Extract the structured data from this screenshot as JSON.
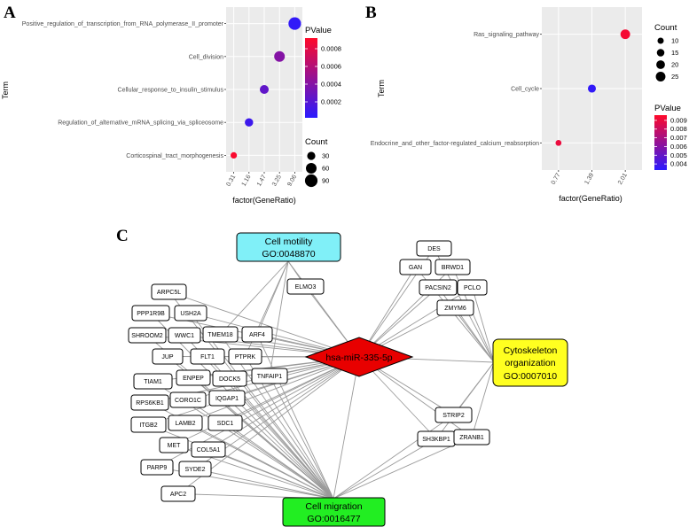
{
  "panels": {
    "a": "A",
    "b": "B",
    "c": "C"
  },
  "chart_data": [
    {
      "type": "scatter",
      "panel": "A",
      "xlabel": "factor(GeneRatio)",
      "ylabel": "Term",
      "x_categories": [
        "0.31",
        "1.16",
        "1.47",
        "3.25",
        "9.06"
      ],
      "terms": [
        "Positive_regulation_of_transcription_from_RNA_polymerase_II_promoter",
        "Cell_division",
        "Cellular_response_to_insulin_stimulus",
        "Regulation_of_alternative_mRNA_splicing_via_spliceosome",
        "Corticospinal_tract_morphogenesis"
      ],
      "points": [
        {
          "term": "Positive_regulation_of_transcription_from_RNA_polymerase_II_promoter",
          "x": "9.06",
          "count": 90,
          "pvalue": 5e-05
        },
        {
          "term": "Cell_division",
          "x": "3.25",
          "count": 60,
          "pvalue": 0.0004
        },
        {
          "term": "Cellular_response_to_insulin_stimulus",
          "x": "1.47",
          "count": 38,
          "pvalue": 0.00025
        },
        {
          "term": "Regulation_of_alternative_mRNA_splicing_via_spliceosome",
          "x": "1.16",
          "count": 32,
          "pvalue": 0.0001
        },
        {
          "term": "Corticospinal_tract_morphogenesis",
          "x": "0.31",
          "count": 15,
          "pvalue": 0.0009
        }
      ],
      "color_legend": {
        "title": "PValue",
        "labels": [
          "0.0008",
          "0.0006",
          "0.0004",
          "0.0002"
        ],
        "low_color": "#2a1aff",
        "high_color": "#ff0a2a"
      },
      "size_legend": {
        "title": "Count",
        "labels": [
          "30",
          "60",
          "90"
        ]
      }
    },
    {
      "type": "scatter",
      "panel": "B",
      "xlabel": "factor(GeneRatio)",
      "ylabel": "Term",
      "x_categories": [
        "0.77",
        "1.39",
        "2.01"
      ],
      "terms": [
        "Ras_signaling_pathway",
        "Cell_cycle",
        "Endocrine_and_other_factor-regulated_calcium_reabsorption"
      ],
      "points": [
        {
          "term": "Ras_signaling_pathway",
          "x": "2.01",
          "count": 25,
          "pvalue": 0.0093
        },
        {
          "term": "Cell_cycle",
          "x": "1.39",
          "count": 17,
          "pvalue": 0.0035
        },
        {
          "term": "Endocrine_and_other_factor-regulated_calcium_reabsorption",
          "x": "0.77",
          "count": 9,
          "pvalue": 0.009
        }
      ],
      "color_legend": {
        "title": "PValue",
        "labels": [
          "0.009",
          "0.008",
          "0.007",
          "0.006",
          "0.005",
          "0.004"
        ],
        "low_color": "#2a1aff",
        "high_color": "#ff0a2a"
      },
      "size_legend": {
        "title": "Count",
        "labels": [
          "10",
          "15",
          "20",
          "25"
        ]
      }
    }
  ],
  "network": {
    "center": "hsa-miR-335-5p",
    "go_terms": {
      "motility": {
        "name": "Cell motility",
        "id": "GO:0048870",
        "color": "#80f0f8"
      },
      "cytoskeleton": {
        "name": "Cytoskeleton",
        "name2": "organization",
        "id": "GO:0007010",
        "color": "#ffff20"
      },
      "migration": {
        "name": "Cell migration",
        "id": "GO:0016477",
        "color": "#22ee22"
      }
    },
    "center_color": "#e80000",
    "genes": {
      "ARPC5L": "ARPC5L",
      "PPP1R9B": "PPP1R9B",
      "USH2A": "USH2A",
      "SHROOM2": "SHROOM2",
      "WWC1": "WWC1",
      "TMEM18": "TMEM18",
      "ARF4": "ARF4",
      "JUP": "JUP",
      "FLT1": "FLT1",
      "PTPRK": "PTPRK",
      "TIAM1": "TIAM1",
      "ENPEP": "ENPEP",
      "DOCK5": "DOCK5",
      "TNFAIP1": "TNFAIP1",
      "RPS6KB1": "RPS6KB1",
      "CORO1C": "CORO1C",
      "IQGAP1": "IQGAP1",
      "ITGB2": "ITGB2",
      "LAMB2": "LAMB2",
      "SDC1": "SDC1",
      "MET": "MET",
      "COL5A1": "COL5A1",
      "PARP9": "PARP9",
      "SYDE2": "SYDE2",
      "APC2": "APC2",
      "ELMO3": "ELMO3",
      "DES": "DES",
      "GAN": "GAN",
      "BRWD1": "BRWD1",
      "PACSIN2": "PACSIN2",
      "PCLO": "PCLO",
      "ZMYM6": "ZMYM6",
      "STRIP2": "STRIP2",
      "SH3KBP1": "SH3KBP1",
      "ZRANB1": "ZRANB1"
    }
  }
}
